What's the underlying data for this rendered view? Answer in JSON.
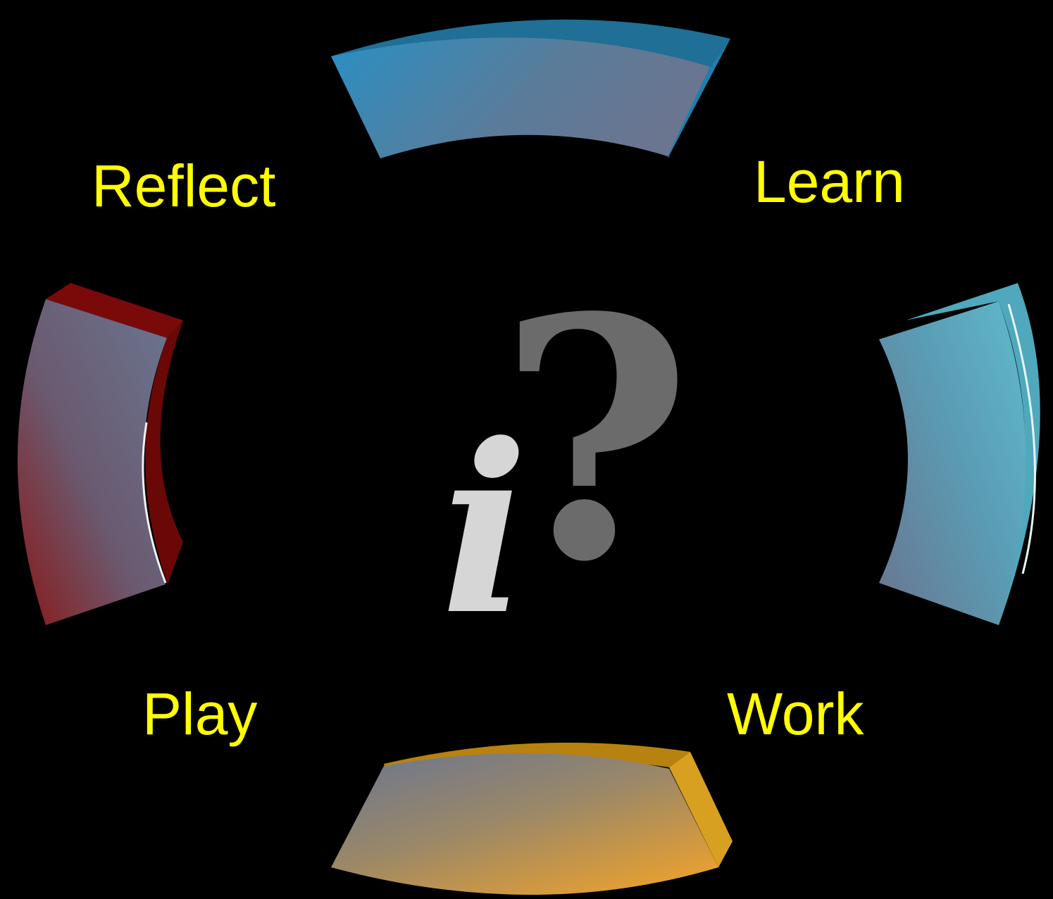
{
  "labels": {
    "top_left": "Reflect",
    "top_right": "Learn",
    "bottom_left": "Play",
    "bottom_right": "Work"
  },
  "center": {
    "icon": "info-question-icon",
    "info_glyph": "i",
    "question_glyph": "?"
  },
  "colors": {
    "background": "#000000",
    "label": "#ffff00",
    "segment_top": "#2a8fc4",
    "segment_right": "#5fb4c8",
    "segment_bottom": "#e8a020",
    "segment_left": "#7a0a0a",
    "segment_face": "#6a7590",
    "info_glyph": "#d6d6d6",
    "question_glyph": "#6b6b6b"
  }
}
